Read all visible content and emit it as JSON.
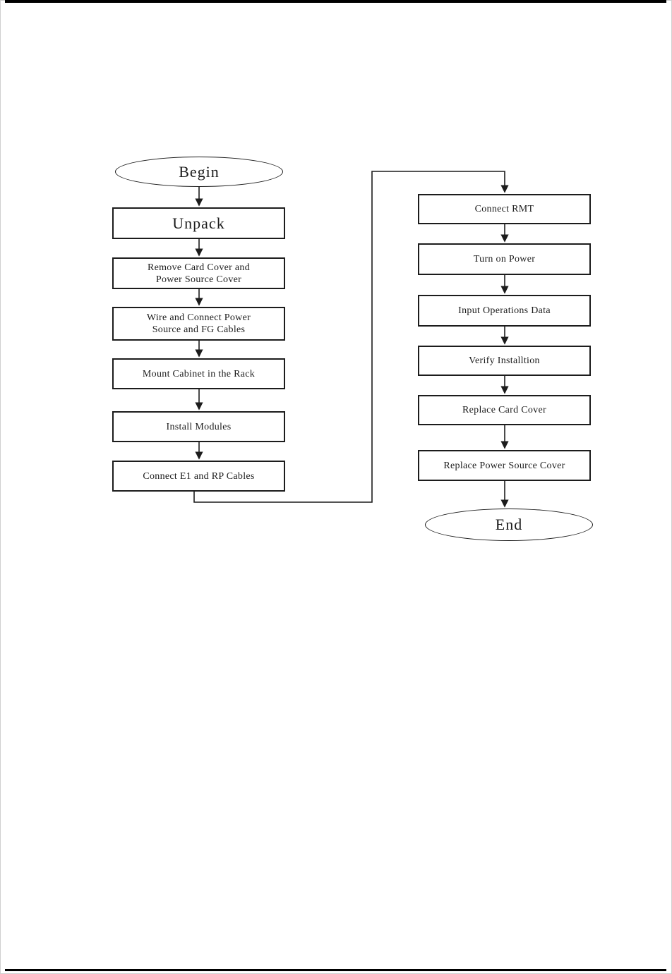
{
  "colors": {
    "line": "#1c1c1c",
    "background": "#ffffff",
    "page_rule": "#000000"
  },
  "flowchart": {
    "nodes": {
      "begin": {
        "shape": "terminator",
        "label": "Begin"
      },
      "unpack": {
        "shape": "process",
        "label": "Unpack"
      },
      "remove_covers": {
        "shape": "process",
        "label": "Remove Card Cover and\nPower Source Cover"
      },
      "wire_connect": {
        "shape": "process",
        "label": "Wire and Connect Power\nSource and FG Cables"
      },
      "mount_cabinet": {
        "shape": "process",
        "label": "Mount Cabinet in the Rack"
      },
      "install_modules": {
        "shape": "process",
        "label": "Install Modules"
      },
      "connect_e1": {
        "shape": "process",
        "label": "Connect E1 and RP Cables"
      },
      "connect_rmt": {
        "shape": "process",
        "label": "Connect RMT"
      },
      "turn_on_power": {
        "shape": "process",
        "label": "Turn on Power"
      },
      "input_operations": {
        "shape": "process",
        "label": "Input Operations Data"
      },
      "verify_installation": {
        "shape": "process",
        "label": "Verify Installtion"
      },
      "replace_card_cover": {
        "shape": "process",
        "label": "Replace Card Cover"
      },
      "replace_power_cover": {
        "shape": "process",
        "label": "Replace Power Source Cover"
      },
      "end": {
        "shape": "terminator",
        "label": "End"
      }
    }
  }
}
